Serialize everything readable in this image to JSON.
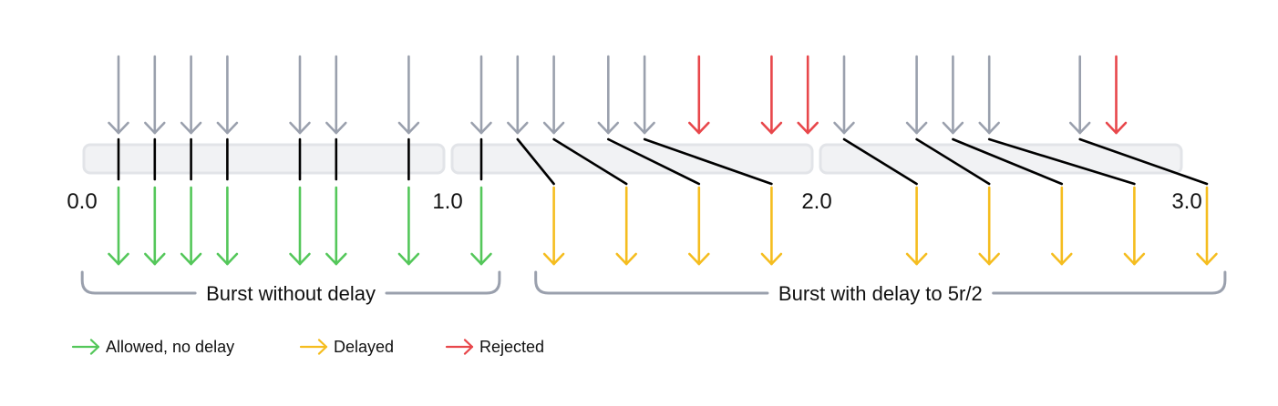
{
  "timeline": {
    "tick_labels": [
      "0.0",
      "1.0",
      "2.0",
      "3.0"
    ]
  },
  "colors": {
    "incoming": "#9aa0ad",
    "allowed": "#54c75a",
    "delayed": "#f5bd1f",
    "rejected": "#e8474b",
    "connector": "#000000",
    "window_fill": "#f1f2f4",
    "window_stroke": "#e2e4e8",
    "brace": "#9aa0ad"
  },
  "requests": [
    {
      "outcome": "allowed",
      "arrival": 0.0,
      "release": 0.0
    },
    {
      "outcome": "allowed",
      "arrival": 0.1,
      "release": 0.1
    },
    {
      "outcome": "allowed",
      "arrival": 0.2,
      "release": 0.2
    },
    {
      "outcome": "allowed",
      "arrival": 0.3,
      "release": 0.3
    },
    {
      "outcome": "allowed",
      "arrival": 0.5,
      "release": 0.5
    },
    {
      "outcome": "allowed",
      "arrival": 0.6,
      "release": 0.6
    },
    {
      "outcome": "allowed",
      "arrival": 0.8,
      "release": 0.8
    },
    {
      "outcome": "allowed",
      "arrival": 1.0,
      "release": 1.0
    },
    {
      "outcome": "delayed",
      "arrival": 1.1,
      "release": 1.2
    },
    {
      "outcome": "delayed",
      "arrival": 1.2,
      "release": 1.4
    },
    {
      "outcome": "delayed",
      "arrival": 1.35,
      "release": 1.6
    },
    {
      "outcome": "delayed",
      "arrival": 1.45,
      "release": 1.8
    },
    {
      "outcome": "rejected",
      "arrival": 1.6
    },
    {
      "outcome": "rejected",
      "arrival": 1.8
    },
    {
      "outcome": "rejected",
      "arrival": 1.9
    },
    {
      "outcome": "delayed",
      "arrival": 2.0,
      "release": 2.2
    },
    {
      "outcome": "delayed",
      "arrival": 2.2,
      "release": 2.4
    },
    {
      "outcome": "delayed",
      "arrival": 2.3,
      "release": 2.6
    },
    {
      "outcome": "delayed",
      "arrival": 2.4,
      "release": 2.8
    },
    {
      "outcome": "delayed",
      "arrival": 2.65,
      "release": 3.0
    },
    {
      "outcome": "rejected",
      "arrival": 2.75
    }
  ],
  "braces": [
    {
      "label": "Burst without delay",
      "from": -0.1,
      "to": 1.05
    },
    {
      "label": "Burst with delay to 5r/2",
      "from": 1.15,
      "to": 3.05
    }
  ],
  "legend": [
    {
      "label": "Allowed, no delay",
      "color_key": "allowed"
    },
    {
      "label": "Delayed",
      "color_key": "delayed"
    },
    {
      "label": "Rejected",
      "color_key": "rejected"
    }
  ]
}
